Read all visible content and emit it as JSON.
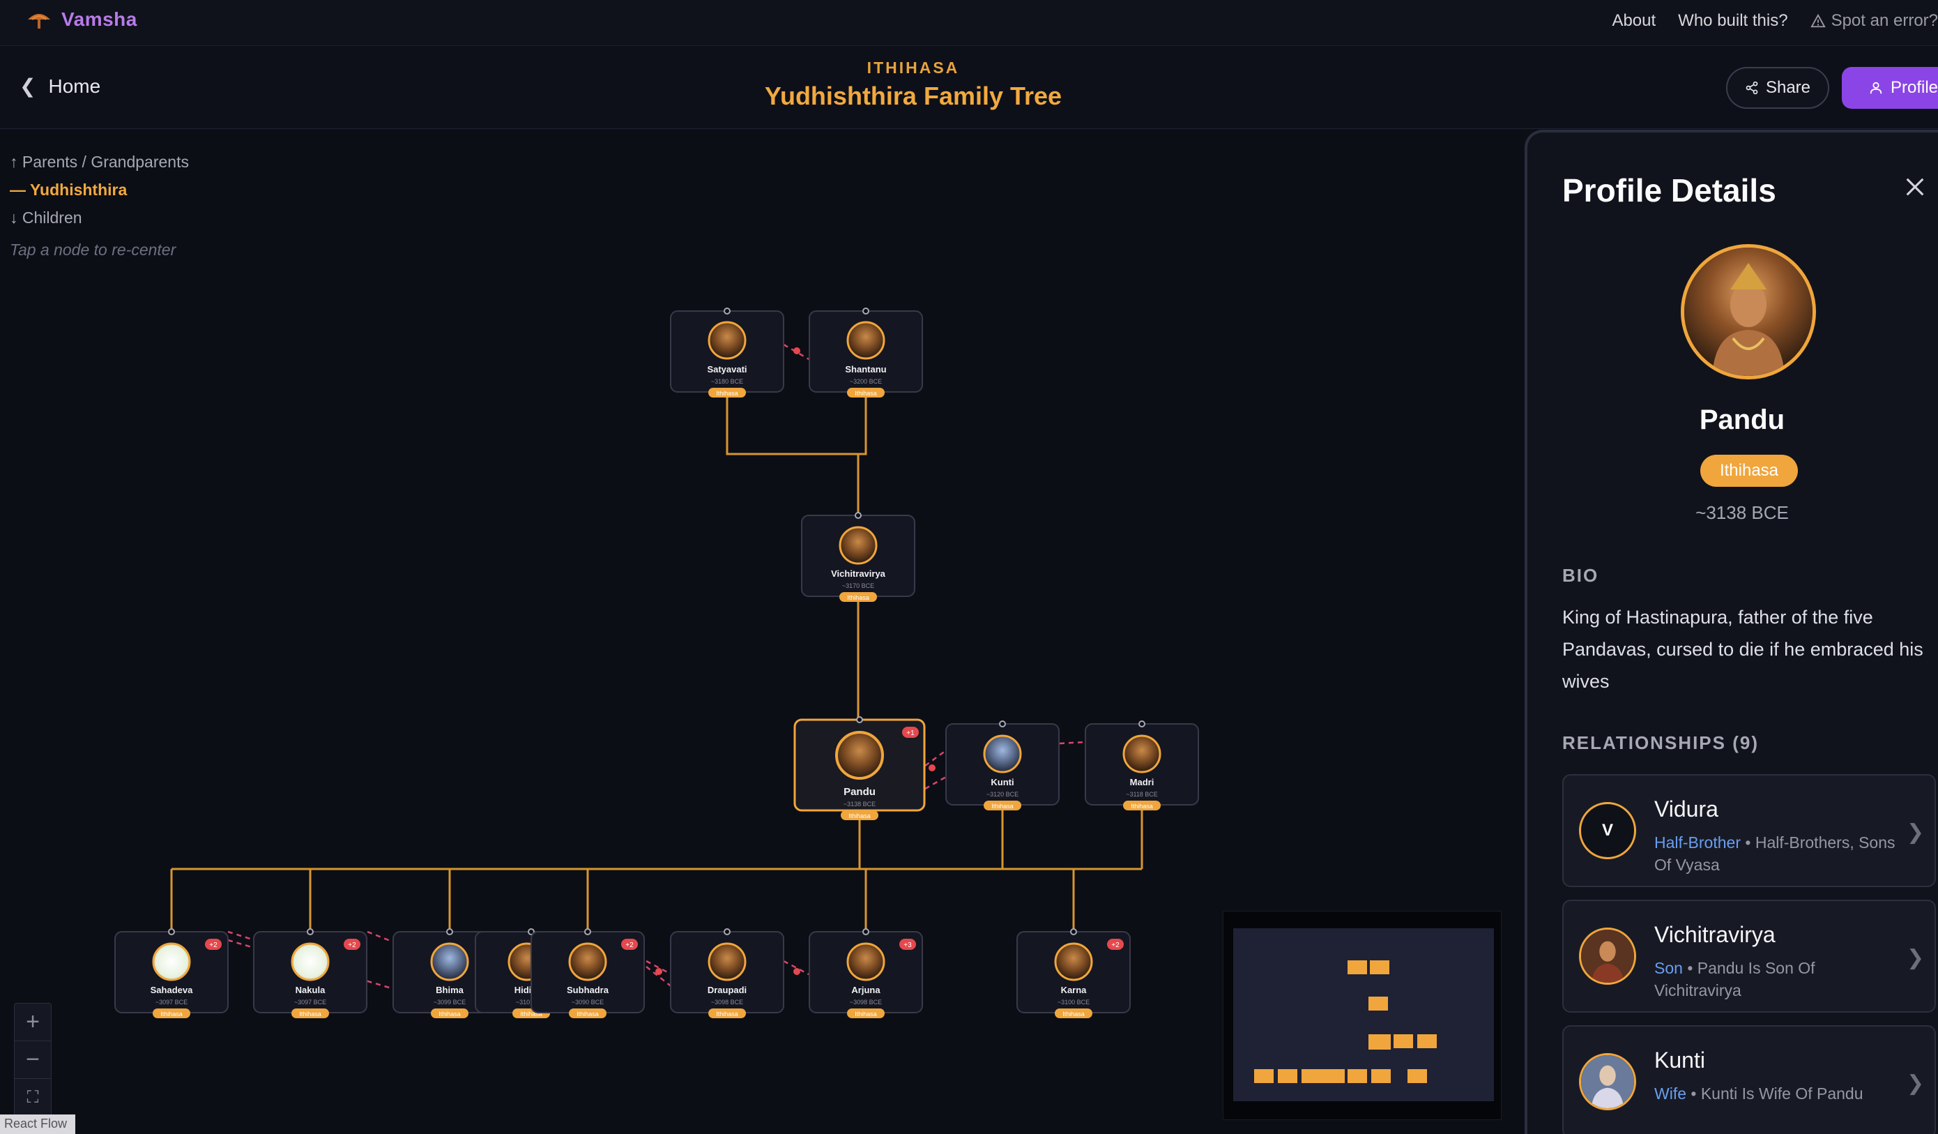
{
  "app": {
    "name": "Vamsha",
    "nav": [
      "About",
      "Who built this?",
      "Spot an error?"
    ]
  },
  "header": {
    "home_label": "Home",
    "kicker": "ITHIHASA",
    "title": "Yudhishthira Family Tree",
    "share_label": "Share",
    "profile_label": "Profile"
  },
  "legend": {
    "parents": "↑ Parents / Grandparents",
    "focus": "— Yudhishthira",
    "children": "↓ Children",
    "hint": "Tap a node to re-center"
  },
  "tree": {
    "nodes": [
      {
        "name": "Satyavati",
        "date": "~3180 BCE",
        "tag": "Ithihasa"
      },
      {
        "name": "Shantanu",
        "date": "~3200 BCE",
        "tag": "Ithihasa"
      },
      {
        "name": "Vichitravirya",
        "date": "~3170 BCE",
        "tag": "Ithihasa"
      },
      {
        "name": "Pandu",
        "date": "~3138 BCE",
        "tag": "Ithihasa",
        "badge": "+1"
      },
      {
        "name": "Kunti",
        "date": "~3120 BCE",
        "tag": "Ithihasa"
      },
      {
        "name": "Madri",
        "date": "~3118 BCE",
        "tag": "Ithihasa"
      },
      {
        "name": "Sahadeva",
        "date": "~3097 BCE",
        "tag": "Ithihasa",
        "badge": "+2"
      },
      {
        "name": "Nakula",
        "date": "~3097 BCE",
        "tag": "Ithihasa",
        "badge": "+2"
      },
      {
        "name": "Bhima",
        "date": "~3099 BCE",
        "tag": "Ithihasa"
      },
      {
        "name": "Hidi",
        "date": "~310",
        "tag": "Ithihasa"
      },
      {
        "name": "Subhadra",
        "date": "~3090 BCE",
        "tag": "Ithihasa",
        "badge": "+2"
      },
      {
        "name": "Draupadi",
        "date": "~3098 BCE",
        "tag": "Ithihasa"
      },
      {
        "name": "Arjuna",
        "date": "~3098 BCE",
        "tag": "Ithihasa",
        "badge": "+3"
      },
      {
        "name": "Karna",
        "date": "~3100 BCE",
        "tag": "Ithihasa",
        "badge": "+2"
      }
    ]
  },
  "controls": {
    "zoom_in": "+",
    "zoom_out": "−",
    "fit": "⛶",
    "attribution": "React Flow"
  },
  "panel": {
    "title": "Profile Details",
    "name": "Pandu",
    "tag": "Ithihasa",
    "date": "~3138 BCE",
    "bio_label": "BIO",
    "bio": "King of Hastinapura, father of the five Pandavas, cursed to die if he embraced his wives",
    "relationships_label": "RELATIONSHIPS (9)",
    "relationships": [
      {
        "initial": "V",
        "name": "Vidura",
        "type": "Half-Brother",
        "desc": "Half-Brothers, Sons Of Vyasa"
      },
      {
        "initial": "",
        "name": "Vichitravirya",
        "type": "Son",
        "desc": "Pandu Is Son Of Vichitravirya"
      },
      {
        "initial": "",
        "name": "Kunti",
        "type": "Wife",
        "desc": "Kunti Is Wife Of Pandu"
      }
    ]
  },
  "colors": {
    "accent": "#f0a63c",
    "brand": "#b77ce8",
    "primary_button": "#8b45e6",
    "relation_type": "#6a9ef0",
    "badge": "#e5484d"
  }
}
